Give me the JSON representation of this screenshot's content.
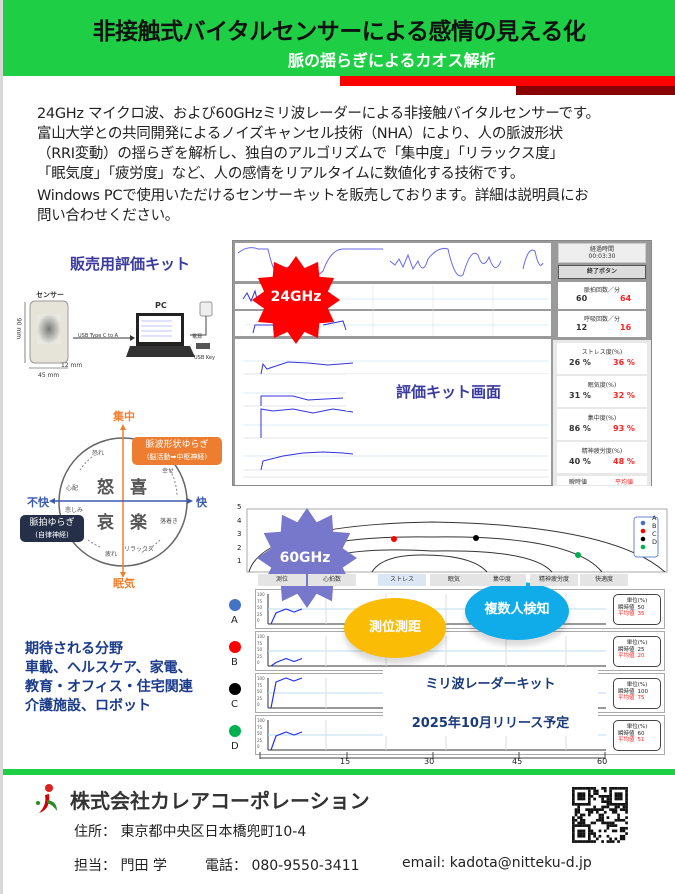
{
  "header": {
    "title": "非接触式バイタルセンサーによる感情の見える化",
    "subtitle": "脈の揺らぎによるカオス解析"
  },
  "intro": {
    "p1": [
      "24GHz マイクロ波、および60GHzミリ波レーダーによる非接触バイタルセンサーです。",
      "富山大学との共同開発によるノイズキャンセル技術（NHA）により、人の脈波形状",
      "（RRI変動）の揺らぎを解析し、独自のアルゴリズムで「集中度」「リラックス度」",
      "「眠気度」「疲労度」など、人の感情をリアルタイムに数値化する技術です。"
    ],
    "p2": [
      "Windows PCで使用いただけるセンサーキットを販売しております。詳細は説明員にお",
      "問い合わせください。"
    ]
  },
  "kit": {
    "title": "販売用評価キット",
    "sensor": "センサー",
    "pc": "PC",
    "cable": "USB Type C to A",
    "power": "電源",
    "usbkey": "USB Key",
    "dim_h": "90 mm",
    "dim_w": "45 mm",
    "dim_t": "12 mm"
  },
  "screen24": {
    "badge": "24GHz",
    "caption": "評価キット画面",
    "elapsed_label": "経過時間",
    "elapsed": "00:03:30",
    "stop": "終了ボタン",
    "metrics": [
      {
        "label": "脈拍回数／分",
        "now": "60",
        "avg": "64"
      },
      {
        "label": "呼吸回数／分",
        "now": "12",
        "avg": "16"
      }
    ],
    "emotions": [
      {
        "label": "ストレス度(%)",
        "now": "26 %",
        "avg": "36 %"
      },
      {
        "label": "眠気度(%)",
        "now": "31 %",
        "avg": "32 %"
      },
      {
        "label": "集中度(%)",
        "now": "86 %",
        "avg": "93 %"
      },
      {
        "label": "精神疲労度(%)",
        "now": "40 %",
        "avg": "48 %"
      }
    ],
    "legend_now": "瞬時値",
    "legend_avg": "平均値"
  },
  "emotion_map": {
    "top": "集中",
    "bottom": "眠気",
    "left": "不快",
    "right": "快",
    "q": [
      "怒",
      "喜",
      "哀",
      "楽"
    ],
    "words": [
      "恐れ",
      "心配",
      "悲しみ",
      "疲れ",
      "リラックス",
      "落着き",
      "幸せ"
    ],
    "brain_box": {
      "line1": "脈波形状ゆらぎ",
      "line2": "(脳活動➡中枢神経)"
    },
    "pulse_box": {
      "line1": "脈拍ゆらぎ",
      "line2": "(自律神経)"
    }
  },
  "fields": {
    "heading": "期待される分野",
    "lines": [
      "車載、ヘルスケア、家電、",
      "教育・オフィス・住宅関連",
      "介護施設、ロボット"
    ]
  },
  "radar60": {
    "badge": "60GHz",
    "bubble1": "測位測距",
    "bubble2": "複数人検知",
    "kit": "ミリ波レーダーキット",
    "release": "2025年10月リリース予定",
    "y_ticks": [
      "5",
      "4",
      "3",
      "2",
      "1"
    ],
    "legend": [
      "A",
      "B",
      "C",
      "D"
    ],
    "tabs": [
      "測位",
      "心拍数",
      "ストレス",
      "眠気",
      "集中度",
      "精神疲労度",
      "快適度"
    ],
    "unit": "単位(%)",
    "now_label": "瞬時値",
    "avg_label": "平均値",
    "rows": [
      {
        "id": "A",
        "color": "#4472c4",
        "now": "50",
        "avg": "35"
      },
      {
        "id": "B",
        "color": "#ff0000",
        "now": "25",
        "avg": "20"
      },
      {
        "id": "C",
        "color": "#000000",
        "now": "100",
        "avg": "75"
      },
      {
        "id": "D",
        "color": "#00b050",
        "now": "60",
        "avg": "51"
      }
    ],
    "x_ticks": [
      "15",
      "30",
      "45",
      "60"
    ],
    "row_ticks": [
      "100",
      "75",
      "50",
      "25",
      "0"
    ]
  },
  "footer": {
    "company": "株式会社カレアコーポレーション",
    "address": "住所： 東京都中央区日本橋兜町10-4",
    "contact": "担当： 門田 学",
    "phone": "電話： 080-9550-3411",
    "email": "email: kadota@nitteku-d.jp"
  }
}
